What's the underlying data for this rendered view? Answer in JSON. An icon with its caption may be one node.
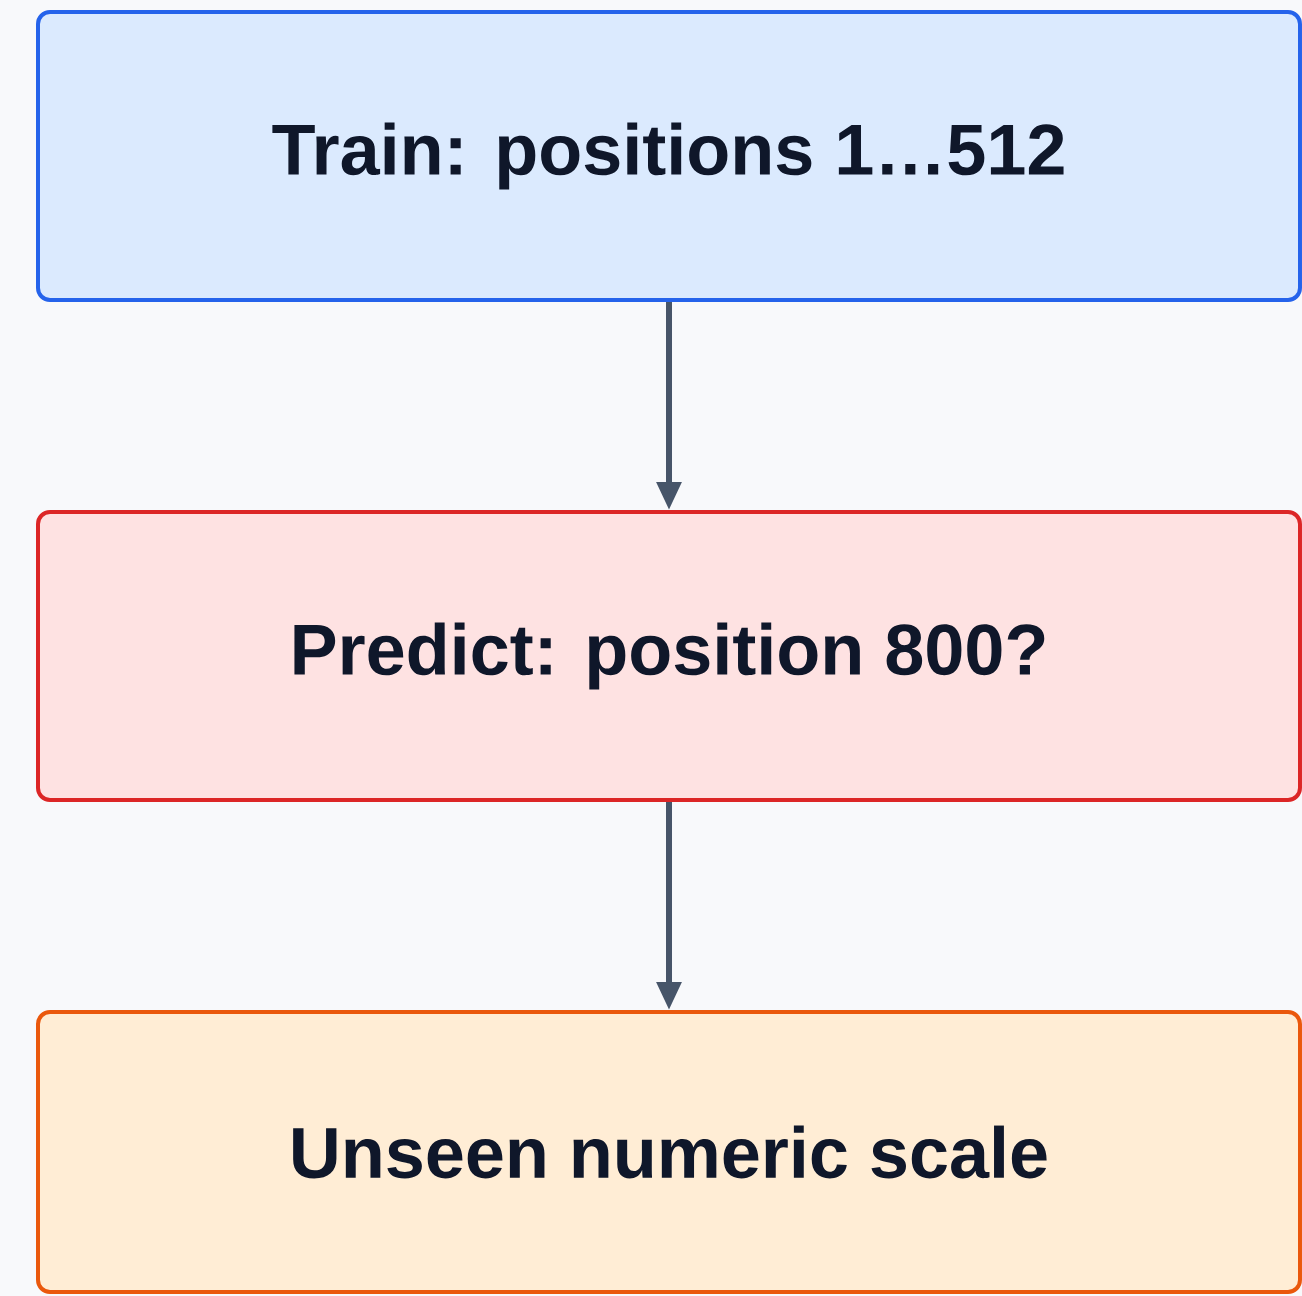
{
  "diagram": {
    "nodes": [
      {
        "text": [
          "Train: positions 1…512"
        ]
      },
      {
        "text": [
          "Predict: position 800?"
        ]
      },
      {
        "text": [
          "Unseen numeric scale"
        ]
      }
    ],
    "edges": [
      {
        "from": 0,
        "to": 1,
        "arrow": "to"
      },
      {
        "from": 1,
        "to": 2,
        "arrow": "to"
      }
    ]
  }
}
